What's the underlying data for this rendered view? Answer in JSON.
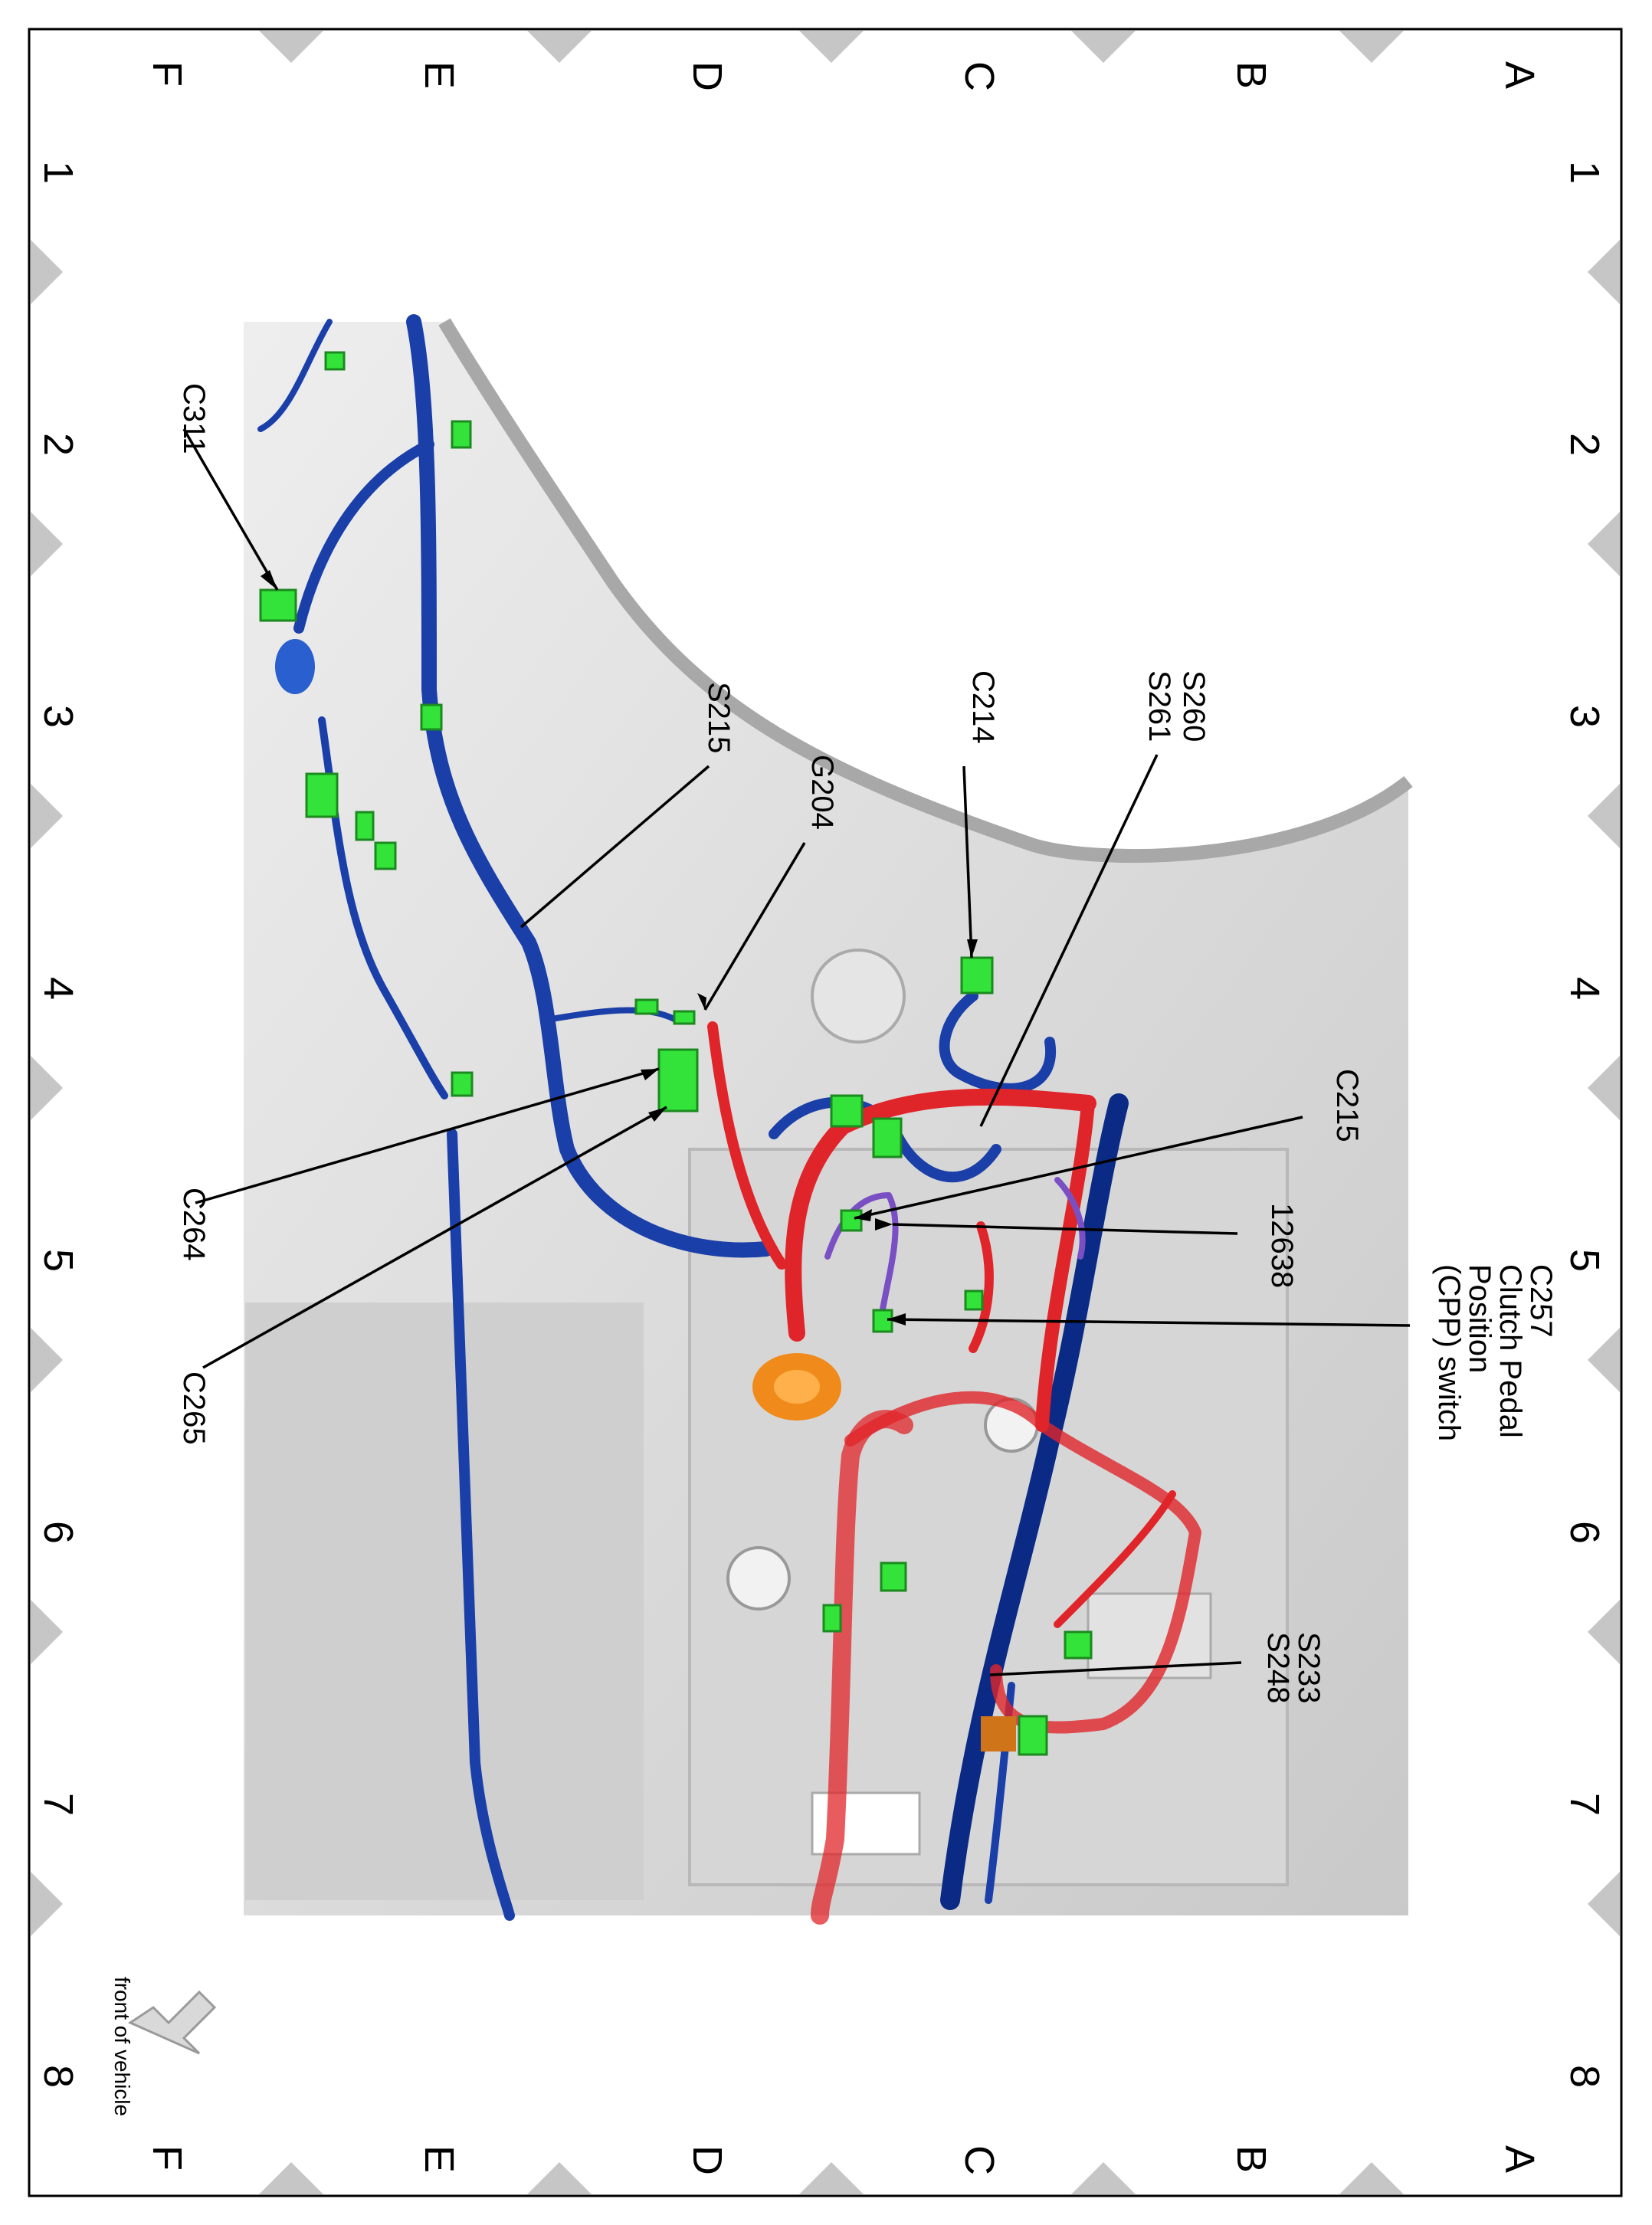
{
  "grid": {
    "rows": [
      "A",
      "B",
      "C",
      "D",
      "E",
      "F"
    ],
    "columns": [
      "1",
      "2",
      "3",
      "4",
      "5",
      "6",
      "7",
      "8"
    ]
  },
  "callouts": {
    "c311": "C311",
    "s215": "S215",
    "g204": "G204",
    "c214": "C214",
    "s260": "S260",
    "s261": "S261",
    "c215": "C215",
    "p12638": "12638",
    "c257_line1": "C257",
    "c257_line2": "Clutch Pedal",
    "c257_line3": "Position",
    "c257_line4": "(CPP) switch",
    "c264": "C264",
    "c265": "C265",
    "s233": "S233",
    "s248": "S248"
  },
  "orientation": {
    "label": "front of vehicle"
  },
  "colors": {
    "harness_blue": "#1a3fa8",
    "harness_dark_blue": "#0b2a86",
    "harness_red": "#e0252a",
    "harness_purple": "#7a4fc4",
    "connector_green": "#33e33a",
    "grommet_orange": "#f08a1a",
    "body_panel": "#d9d9d9",
    "border_triangle": "#c4c4c4"
  }
}
